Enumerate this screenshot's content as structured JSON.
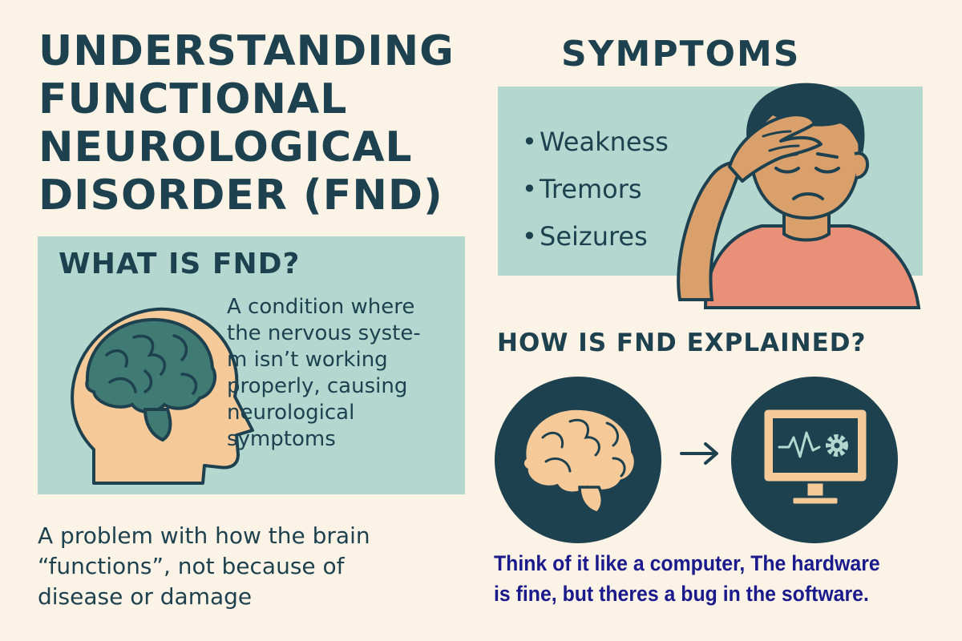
{
  "title": {
    "lines": [
      "UNDERSTANDING",
      "FUNCTIONAL",
      "NEUROLOGICAL",
      "DISORDER (FND)"
    ]
  },
  "what_is": {
    "heading": "WHAT IS FND?",
    "description_lines": [
      "A condition where",
      "the nervous syste-",
      "m isn’t working",
      "properly, causing",
      "neurological",
      "symptoms"
    ]
  },
  "summary": {
    "lines": [
      "A problem with how the brain",
      "“functions”, not because of",
      "disease or damage"
    ]
  },
  "symptoms": {
    "heading": "SYMPTOMS",
    "bullet": "•",
    "items": [
      "Weakness",
      "Tremors",
      "Seizures"
    ]
  },
  "explained": {
    "heading": "HOW IS FND EXPLAINED?",
    "analogy_lines": [
      "Think of it like a computer, The hardware",
      "is fine, but theres a bug in the software."
    ]
  },
  "icons": {
    "head": "head-profile-brain-icon",
    "person": "person-headache-icon",
    "brain": "brain-icon",
    "arrow": "arrow-right-icon",
    "computer": "computer-monitor-icon"
  },
  "colors": {
    "background": "#fbf4e6",
    "panel": "#b4d8d0",
    "navy": "#1e4150",
    "skin": "#f5c998",
    "brain_teal": "#3f7a73",
    "shirt": "#e89078",
    "analogy_text": "#1a1a8c"
  }
}
